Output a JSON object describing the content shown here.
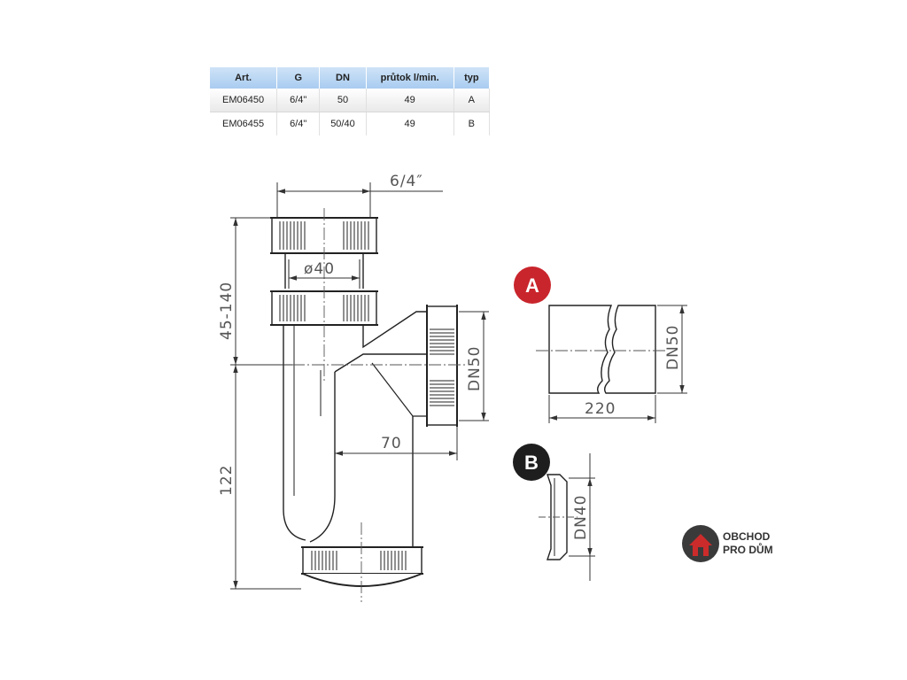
{
  "table": {
    "headers": [
      "Art.",
      "G",
      "DN",
      "průtok l/min.",
      "typ"
    ],
    "rows": [
      [
        "EM06450",
        "6/4\"",
        "50",
        "49",
        "A"
      ],
      [
        "EM06455",
        "6/4\"",
        "50/40",
        "49",
        "B"
      ]
    ]
  },
  "drawing": {
    "dim_thread": "6/4″",
    "dim_inner_diameter": "ø40",
    "dim_height_range": "45-140",
    "dim_height": "122",
    "dim_outlet_dn": "DN50",
    "dim_offset": "70",
    "adapter_a_label": "A",
    "adapter_a_dn": "DN50",
    "adapter_a_length": "220",
    "adapter_b_label": "B",
    "adapter_b_dn": "DN40"
  },
  "logo": {
    "line1": "OBCHOD",
    "line2": "PRO DŮM"
  },
  "colors": {
    "badge_a": "#c9252c",
    "badge_b": "#1e1e1e",
    "logo_house": "#cc2b2b",
    "table_header": "#b9d6f2"
  }
}
